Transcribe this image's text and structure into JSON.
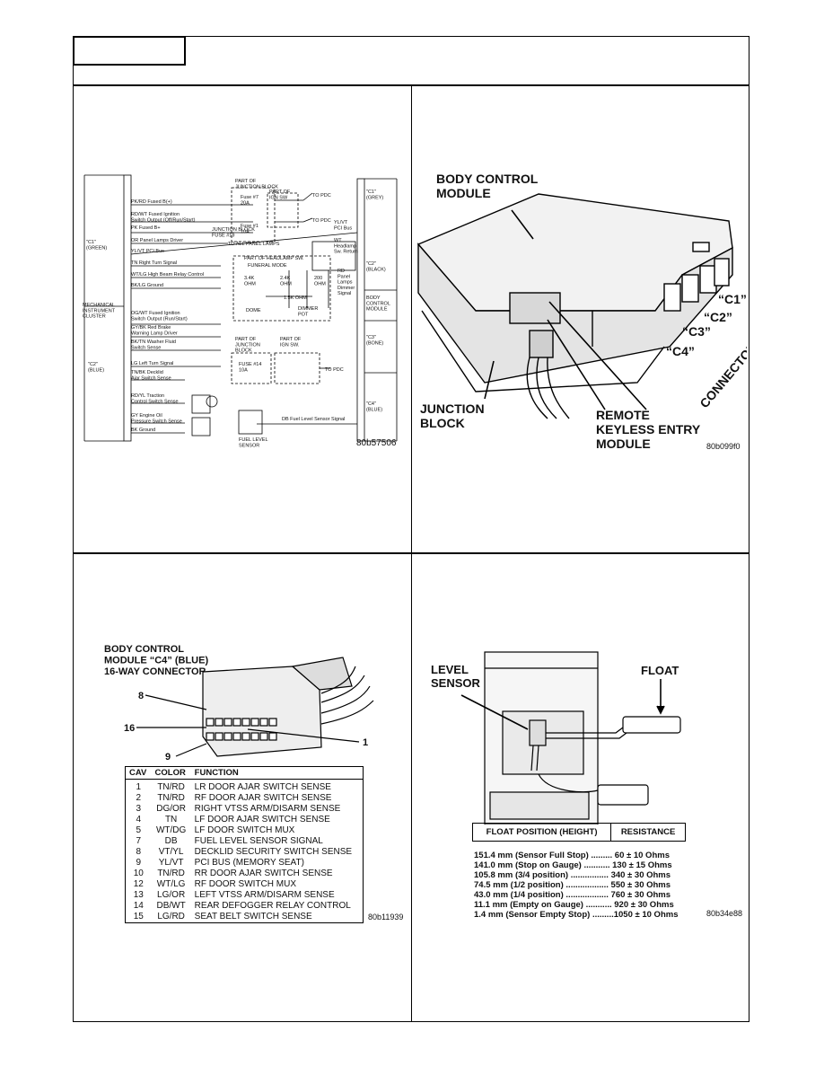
{
  "page": {
    "code_tl": "80b57506",
    "code_tr": "80b099f0",
    "code_bl": "80b11939",
    "code_br": "80b34e88"
  },
  "schematic": {
    "c1_label": "\"C1\"\n(GREEN)",
    "c2_label": "\"C2\"\n(BLUE)",
    "cluster_label": "MECHANICAL\nINSTRUMENT\nCLUSTER",
    "jb_label": "PART OF\nJUNCTION BLOCK",
    "fuse7": "Fuse #7\n20A",
    "fuse1": "Fuse #1\n10A",
    "fuse14": "FUSE #14\n10A",
    "ign_sw": "PART OF\nIGN SW",
    "to_pdc": "TO PDC",
    "to_panel": "TO ALL PANEL LAMPS",
    "jb_fuse19": "JUNCTION BLOCK\nFUSE #19",
    "headlamp_sw": "PART OF HEADLAMP SW.",
    "funeral": "FUNERAL MODE",
    "r1": "3.4K\nOHM",
    "r2": "2.4K\nOHM",
    "r3": "200\nOHM",
    "r4": "1.5K OHM",
    "dome": "DOME",
    "dimmer": "DIMMER\nPOT",
    "jb2": "PART OF\nJUNCTION\nBLOCK",
    "ign2": "PART OF\nIGN SW.",
    "fuel_sensor": "FUEL LEVEL\nSENSOR",
    "bcm_c1": "\"C1\"\n(GREY)",
    "bcm_c2": "\"C2\"\n(BLACK)",
    "bcm_label": "BODY\nCONTROL\nMODULE",
    "bcm_c3": "\"C3\"\n(BONE)",
    "bcm_c4": "\"C4\"\n(BLUE)",
    "pci": "YL/VT\nPCI Bus",
    "hl_return": "WT\nHeadlamp\nSw. Return",
    "rd_panel": "RD\nPanel\nLamps\nDimmer\nSignal",
    "db_signal": "DB Fuel Level Sensor Signal",
    "wires": [
      "PK/RD Fused B(+)",
      "RD/WT Fused Ignition\nSwitch Output (Off/Run/Start)",
      "PK Fused B+",
      "OR Panel Lamps Driver",
      "YL/VT PCI Bus",
      "TN Right Turn Signal",
      "WT/LG High Beam Relay Control",
      "BK/LG Ground",
      "OG/WT Fused Ignition\nSwitch Output (Run/Start)",
      "GY/BK Red Brake\nWarning Lamp Driver",
      "BK/TN Washer Fluid\nSwitch Sense",
      "LG Left Turn Signal",
      "TN/BK Decklid\nAjar Switch Sense",
      "RD/YL Traction\nControl Switch Sense",
      "GY Engine Oil\nPressure Switch Sense",
      "BK Ground"
    ]
  },
  "bcm_photo": {
    "bcm": "BODY CONTROL\nMODULE",
    "junction": "JUNCTION\nBLOCK",
    "rke": "REMOTE\nKEYLESS ENTRY\nMODULE",
    "connectors": "CONNECTORS",
    "c1": "“C1”",
    "c2": "“C2”",
    "c3": "“C3”",
    "c4": "“C4”"
  },
  "connector": {
    "title": "BODY CONTROL\nMODULE “C4” (BLUE)\n16-WAY CONNECTOR",
    "pin8": "8",
    "pin16": "16",
    "pin9": "9",
    "pin1": "1",
    "headers": {
      "cav": "CAV",
      "color": "COLOR",
      "function": "FUNCTION"
    },
    "rows": [
      {
        "cav": "1",
        "color": "TN/RD",
        "function": "LR DOOR AJAR SWITCH SENSE"
      },
      {
        "cav": "2",
        "color": "TN/RD",
        "function": "RF DOOR AJAR SWITCH SENSE"
      },
      {
        "cav": "3",
        "color": "DG/OR",
        "function": "RIGHT VTSS ARM/DISARM SENSE"
      },
      {
        "cav": "4",
        "color": "TN",
        "function": "LF DOOR AJAR SWITCH SENSE"
      },
      {
        "cav": "5",
        "color": "WT/DG",
        "function": "LF DOOR SWITCH MUX"
      },
      {
        "cav": "7",
        "color": "DB",
        "function": "FUEL LEVEL SENSOR SIGNAL"
      },
      {
        "cav": "8",
        "color": "VT/YL",
        "function": "DECKLID SECURITY SWITCH SENSE"
      },
      {
        "cav": "9",
        "color": "YL/VT",
        "function": "PCI BUS (MEMORY SEAT)"
      },
      {
        "cav": "10",
        "color": "TN/RD",
        "function": "RR DOOR AJAR SWITCH SENSE"
      },
      {
        "cav": "12",
        "color": "WT/LG",
        "function": "RF DOOR SWITCH MUX"
      },
      {
        "cav": "13",
        "color": "LG/OR",
        "function": "LEFT VTSS ARM/DISARM SENSE"
      },
      {
        "cav": "14",
        "color": "DB/WT",
        "function": "REAR DEFOGGER RELAY CONTROL"
      },
      {
        "cav": "15",
        "color": "LG/RD",
        "function": "SEAT BELT SWITCH SENSE"
      }
    ]
  },
  "sensor": {
    "level": "LEVEL\nSENSOR",
    "float": "FLOAT",
    "col1": "FLOAT POSITION (HEIGHT)",
    "col2": "RESISTANCE",
    "rows": [
      "151.4 mm (Sensor Full Stop) ......... 60 ± 10 Ohms",
      "141.0 mm (Stop on Gauge) ........... 130 ± 15 Ohms",
      "105.8 mm (3/4 position) ................ 340 ± 30 Ohms",
      "74.5 mm (1/2 position) .................. 550 ± 30 Ohms",
      "43.0 mm (1/4 position) .................. 760 ± 30 Ohms",
      "11.1 mm (Empty on Gauge) ........... 920 ± 30 Ohms",
      "1.4 mm (Sensor Empty Stop) .........1050 ± 10 Ohms"
    ]
  }
}
